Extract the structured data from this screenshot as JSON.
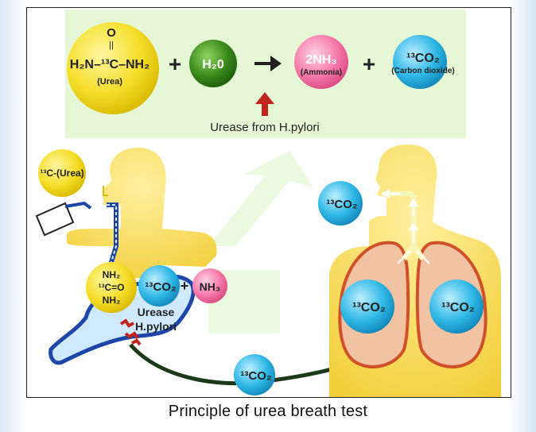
{
  "caption": "Principle of urea breath test",
  "equation": {
    "urea_o": "O",
    "urea_bond": "||",
    "urea_formula": "H₂N–¹³C–NH₂",
    "urea_name": "(Urea)",
    "plus1": "+",
    "water": "H₂0",
    "ammonia_formula": "2NH₃",
    "ammonia_name": "(Ammonia)",
    "plus2": "+",
    "co2_formula": "¹³CO₂",
    "co2_name": "(Carbon dioxide)",
    "enzyme": "Urease from H.pylori"
  },
  "body_left": {
    "urea_label": "¹³C-(Urea)",
    "stomach_urea_1": "NH₂",
    "stomach_urea_2": "¹³C=O",
    "stomach_urea_3": "NH₂",
    "stomach_co2": "¹³CO₂",
    "plus": "+",
    "stomach_nh3": "NH₃",
    "urease": "Urease",
    "hpylori": "H.pylori"
  },
  "transport_co2": "¹³CO₂",
  "body_right": {
    "exhaled_co2": "¹³CO₂",
    "lung_left_co2": "¹³CO₂",
    "lung_right_co2": "¹³CO₂"
  },
  "colors": {
    "urea_ball": "#f5de2a",
    "water_ball": "#3a8a1c",
    "ammonia_ball": "#f57aa8",
    "co2_ball": "#2fb8e6",
    "panel": "#e6f7d6",
    "body": "#f7dc55",
    "lung": "#f2c3a2",
    "arrow_red": "#c0241c"
  }
}
